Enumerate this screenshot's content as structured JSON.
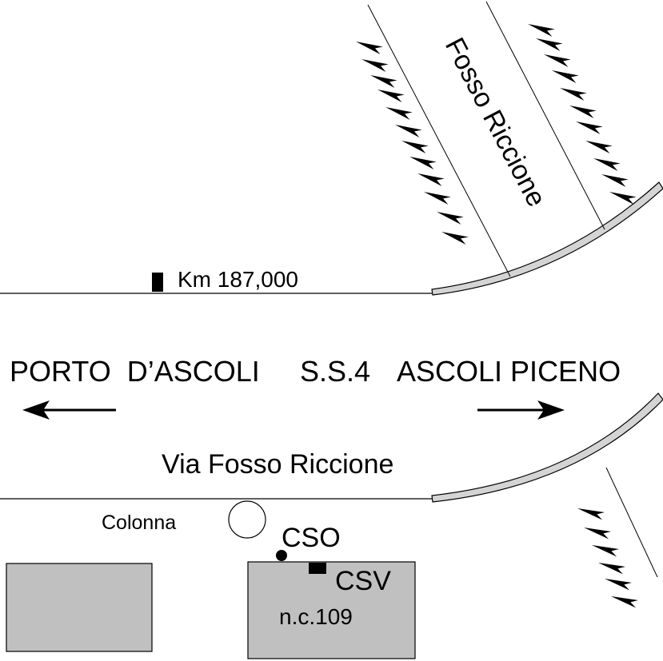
{
  "labels": {
    "porto": "PORTO  D’ASCOLI",
    "ss4": "S.S.4",
    "ascoli": "ASCOLI PICENO",
    "via": "Via Fosso Riccione",
    "fosso": "Fosso Riccione",
    "km": "Km 187,000",
    "colonna": "Colonna",
    "cso": "CSO",
    "csv": "CSV",
    "nc": "n.c.109"
  },
  "colors": {
    "building_fill": "#c0c0c0",
    "line": "#000000",
    "curb_fill": "#d4d4d4"
  }
}
